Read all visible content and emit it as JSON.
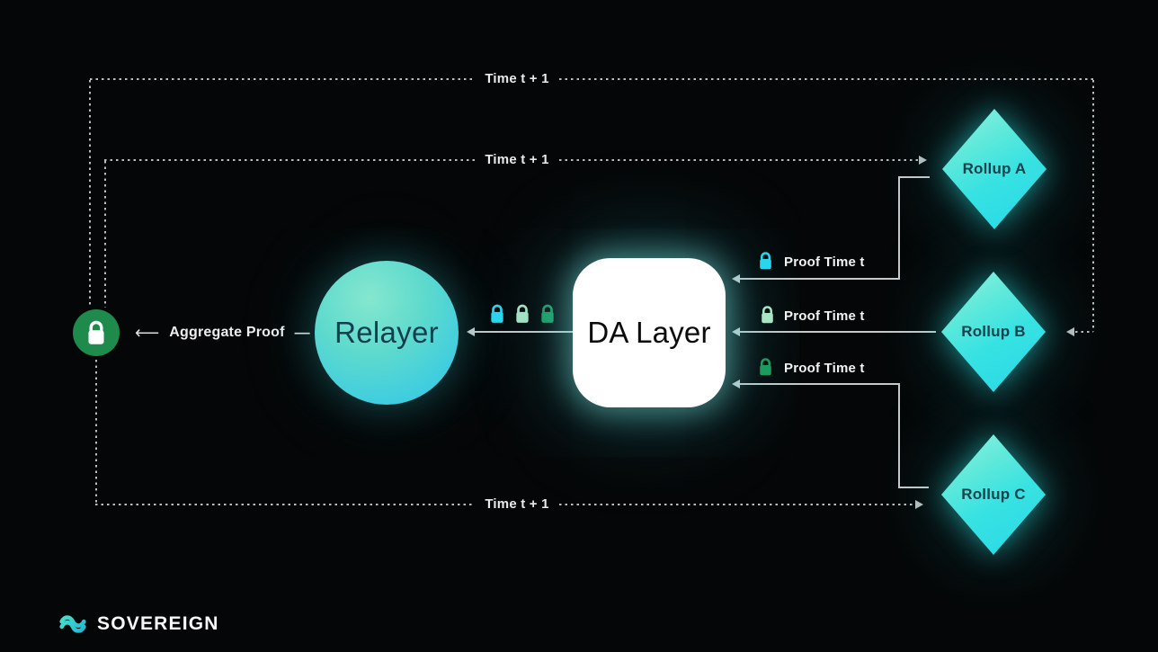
{
  "diagram": {
    "title_implied": "Sovereign proof aggregation flow",
    "nodes": {
      "relayer": {
        "label": "Relayer"
      },
      "da_layer": {
        "label": "DA Layer"
      },
      "rollups": [
        {
          "label": "Rollup A"
        },
        {
          "label": "Rollup B"
        },
        {
          "label": "Rollup C"
        }
      ]
    },
    "aggregate": {
      "arrow": "⟵",
      "label": "Aggregate Proof",
      "dash": "—"
    },
    "time_labels": [
      "Time t + 1",
      "Time t + 1",
      "Time t + 1"
    ],
    "proof_labels": [
      "Proof Time t",
      "Proof Time t",
      "Proof Time t"
    ],
    "icons": {
      "aggregate_badge": "green-circle-white-lock",
      "proof_locks": [
        "cyan-lock",
        "mint-lock",
        "green-lock"
      ]
    },
    "colors": {
      "background": "#050607",
      "dotted_line": "#b9bdbf",
      "solid_line": "#c6c9cb",
      "badge_green": "#1e8a4b",
      "lock_cyan": "#2ad6ee",
      "lock_mint": "#a9e4c4",
      "lock_green": "#1d9a5e",
      "diamond_cyan": "#38e2e2",
      "relayer_teal": "#4fd5d6",
      "da_box": "#ffffff",
      "label_text": "#f2f3f3",
      "node_text_dark": "#14424d"
    }
  },
  "footer": {
    "brand": "SOVEREIGN"
  }
}
